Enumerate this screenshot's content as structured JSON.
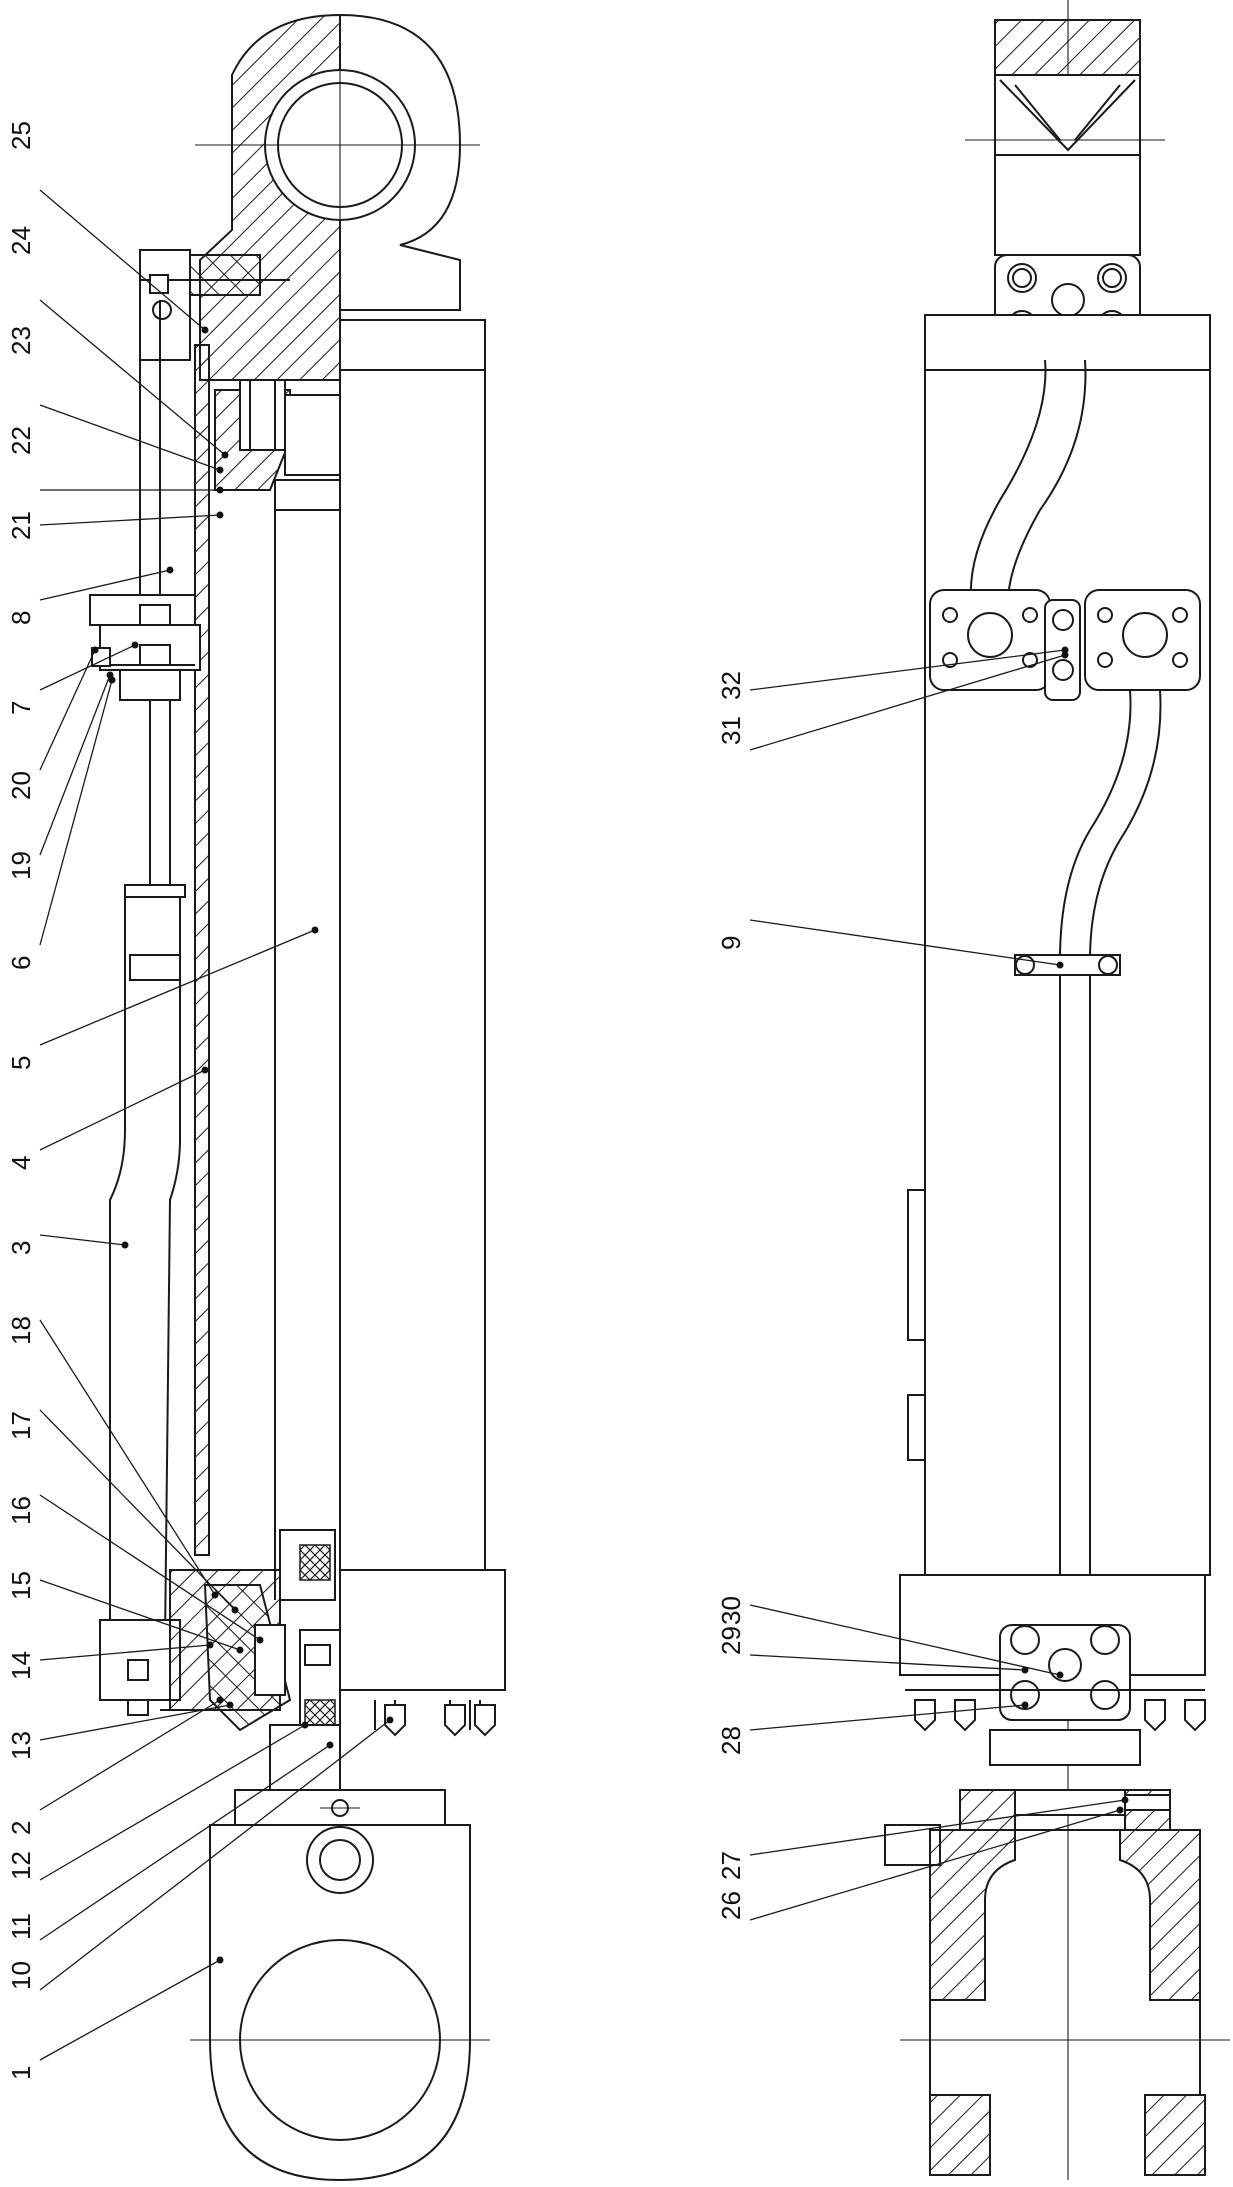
{
  "left_view": {
    "labels": [
      "25",
      "24",
      "23",
      "22",
      "21",
      "8",
      "7",
      "20",
      "19",
      "6",
      "5",
      "4",
      "3",
      "18",
      "17",
      "16",
      "15",
      "14",
      "13",
      "2",
      "12",
      "11",
      "10",
      "1"
    ]
  },
  "right_view": {
    "labels": [
      "32",
      "31",
      "9",
      "30",
      "29",
      "28",
      "27",
      "26"
    ]
  }
}
